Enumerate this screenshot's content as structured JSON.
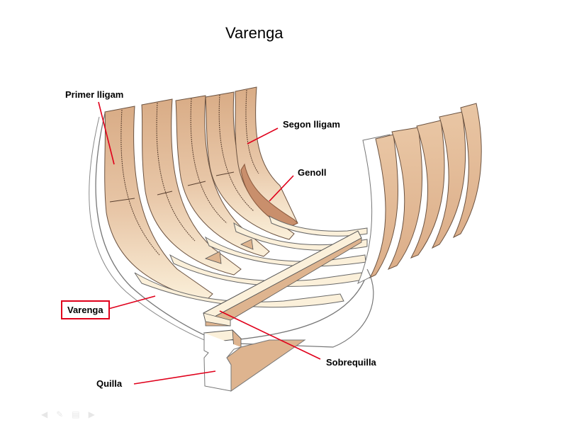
{
  "title": "Varenga",
  "labels": {
    "primer_lligam": "Primer lligam",
    "segon_lligam": "Segon lligam",
    "genoll": "Genoll",
    "varenga": "Varenga",
    "sobrequilla": "Sobrequilla",
    "quilla": "Quilla"
  },
  "colors": {
    "leader_line": "#e0001b",
    "frame_wood": "#deb48f",
    "floor_wood": "#fbf0da",
    "genoll_highlight": "#c98f6c",
    "outline": "#555555"
  },
  "nav_icons": [
    "arrow-left-icon",
    "pen-icon",
    "menu-icon",
    "arrow-right-icon"
  ]
}
